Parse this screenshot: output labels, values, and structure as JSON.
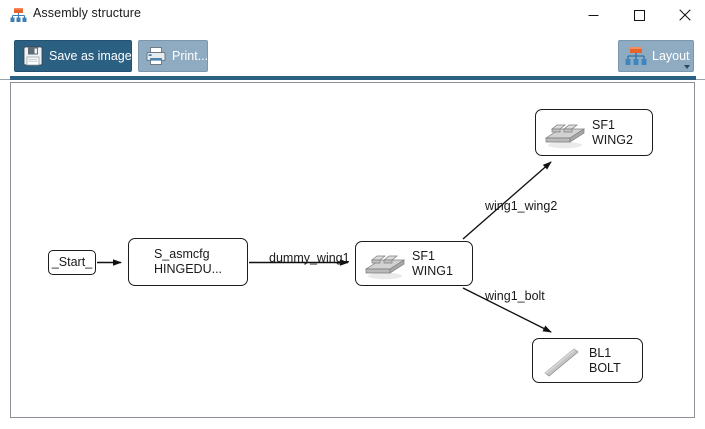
{
  "window": {
    "title": "Assembly structure",
    "title_icon": "hierarchy-icon",
    "controls": {
      "minimize": "minimize-icon",
      "maximize": "maximize-icon",
      "close": "close-icon"
    }
  },
  "toolbar": {
    "save_label": "Save as image...",
    "save_icon": "floppy-disk-icon",
    "print_label": "Print...",
    "print_icon": "printer-icon",
    "layout_label": "Layout",
    "layout_icon": "hierarchy-icon",
    "layout_caret": "chevron-down-icon"
  },
  "colors": {
    "accent": "#2b6083",
    "button_secondary": "#8fabc2",
    "canvas_border": "#8e8e96",
    "node_border": "#1d1d1d",
    "icon_orange": "#e8622a",
    "icon_blue": "#3d7fb5"
  },
  "graph": {
    "nodes": [
      {
        "id": "start",
        "line1": "_Start_",
        "line2": "",
        "icon": "none"
      },
      {
        "id": "asmcfg",
        "line1": "S_asmcfg",
        "line2": "HINGEDU...",
        "icon": "none"
      },
      {
        "id": "wing1",
        "line1": "SF1",
        "line2": "WING1",
        "icon": "part-plate-icon"
      },
      {
        "id": "wing2",
        "line1": "SF1",
        "line2": "WING2",
        "icon": "part-plate-icon"
      },
      {
        "id": "bolt",
        "line1": "BL1",
        "line2": "BOLT",
        "icon": "part-bolt-icon"
      }
    ],
    "edges": [
      {
        "from": "start",
        "to": "asmcfg",
        "label": ""
      },
      {
        "from": "asmcfg",
        "to": "wing1",
        "label": "dummy_wing1"
      },
      {
        "from": "wing1",
        "to": "wing2",
        "label": "wing1_wing2"
      },
      {
        "from": "wing1",
        "to": "bolt",
        "label": "wing1_bolt"
      }
    ]
  }
}
